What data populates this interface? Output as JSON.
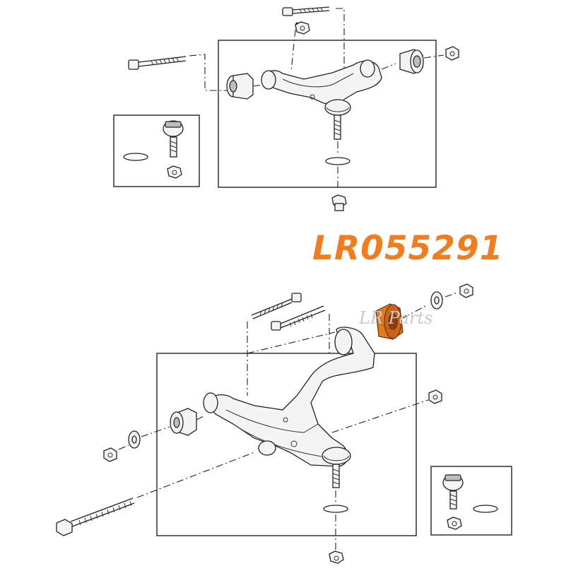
{
  "part_number": "LR055291",
  "watermark": "LR Parts",
  "colors": {
    "part_number_text": "#ef7d22",
    "highlighted_bushing": "#e07b25",
    "line_art": "#222222",
    "background": "#ffffff"
  },
  "components": {
    "upper_arm": [
      "bolt",
      "bushing-left",
      "bushing-right",
      "nut",
      "ball-joint",
      "o-ring",
      "ball-joint-nut",
      "detail-inset"
    ],
    "lower_arm": [
      "long-bolt",
      "bushing-front",
      "bushing-rear-highlighted",
      "nuts",
      "washers",
      "ball-joint",
      "o-ring",
      "ball-joint-nut",
      "detail-inset"
    ]
  }
}
